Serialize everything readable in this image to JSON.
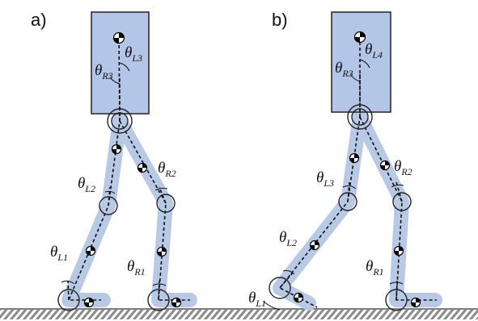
{
  "labels": {
    "panel_a": "a)",
    "panel_b": "b)"
  },
  "angles_a": {
    "R3": {
      "sym": "θ",
      "sub": "R3"
    },
    "L3": {
      "sym": "θ",
      "sub": "L3"
    },
    "L2": {
      "sym": "θ",
      "sub": "L2"
    },
    "R2": {
      "sym": "θ",
      "sub": "R2"
    },
    "L1": {
      "sym": "θ",
      "sub": "L1"
    },
    "R1": {
      "sym": "θ",
      "sub": "R1"
    }
  },
  "angles_b": {
    "R3": {
      "sym": "θ",
      "sub": "R3"
    },
    "L4": {
      "sym": "θ",
      "sub": "L4"
    },
    "L3": {
      "sym": "θ",
      "sub": "L3"
    },
    "R2": {
      "sym": "θ",
      "sub": "R2"
    },
    "L2": {
      "sym": "θ",
      "sub": "L2"
    },
    "R1": {
      "sym": "θ",
      "sub": "R1"
    },
    "L1": {
      "sym": "θ",
      "sub": "L1"
    }
  },
  "colors": {
    "segment": "#b8c9e6",
    "body": "#b4c6e7",
    "ground_hatch": "#8c8c8c"
  }
}
